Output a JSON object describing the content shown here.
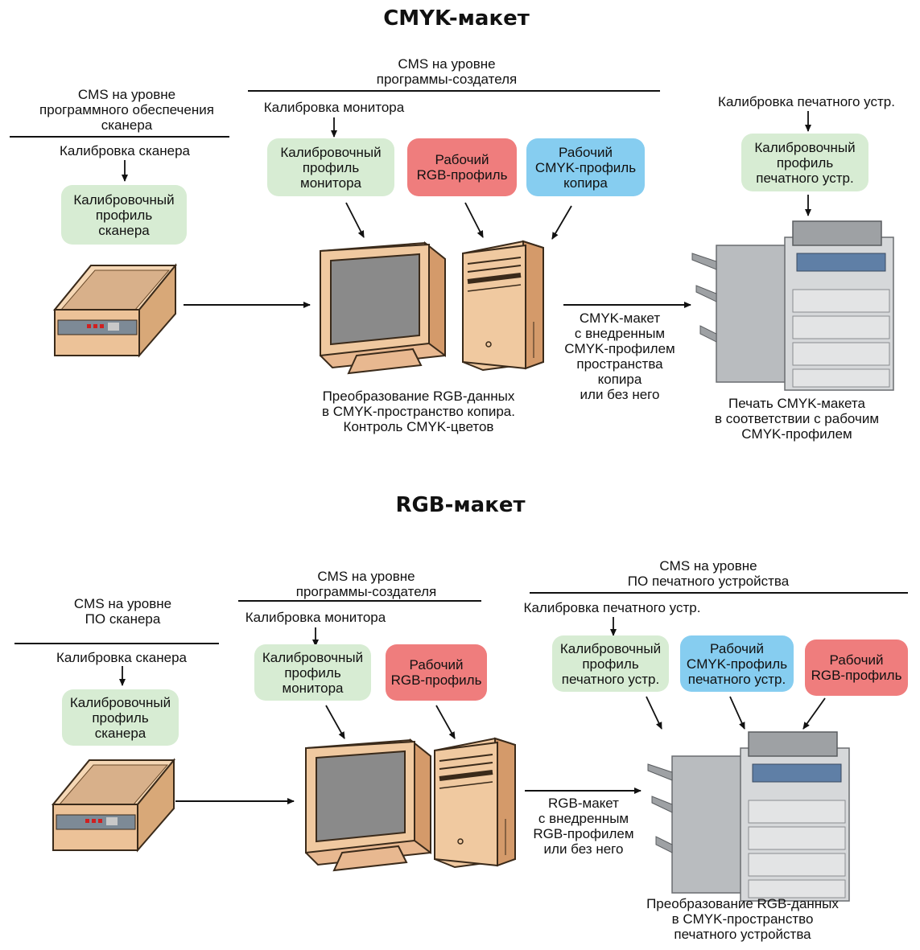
{
  "sections": {
    "cmyk": {
      "title": "CMYK-макет",
      "scanner_cms": "CMS на уровне\nпрограммного обеспечения\nсканера",
      "scanner_calibration": "Калибровка сканера",
      "scanner_profile": "Калибровочный\nпрофиль\nсканера",
      "app_cms": "CMS на уровне\nпрограммы-создателя",
      "monitor_calibration": "Калибровка монитора",
      "monitor_profile": "Калибровочный\nпрофиль\nмонитора",
      "working_rgb": "Рабочий\nRGB-профиль",
      "working_cmyk": "Рабочий\nCMYK-профиль\nкопира",
      "workstation_caption": "Преобразование RGB-данных\nв CMYK-пространство копира.\nКонтроль CMYK-цветов",
      "transfer_caption": "CMYK-макет\nс внедренным\nCMYK-профилем\nпространства\nкопира\nили без него",
      "printer_calibration": "Калибровка печатного устр.",
      "printer_profile": "Калибровочный\nпрофиль\nпечатного устр.",
      "printer_caption": "Печать CMYK-макета\nв соответствии с рабочим\nCMYK-профилем"
    },
    "rgb": {
      "title": "RGB-макет",
      "scanner_cms": "CMS на уровне\nПО сканера",
      "scanner_calibration": "Калибровка сканера",
      "scanner_profile": "Калибровочный\nпрофиль\nсканера",
      "app_cms": "CMS на уровне\nпрограммы-создателя",
      "monitor_calibration": "Калибровка монитора",
      "monitor_profile": "Калибровочный\nпрофиль\nмонитора",
      "working_rgb": "Рабочий\nRGB-профиль",
      "transfer_caption": "RGB-макет\nс внедренным\nRGB-профилем\nили без него",
      "printer_cms": "CMS на уровне\nПО печатного устройства",
      "printer_calibration": "Калибровка печатного устр.",
      "printer_profile": "Калибровочный\nпрофиль\nпечатного устр.",
      "printer_working_cmyk": "Рабочий\nCMYK-профиль\nпечатного устр.",
      "printer_working_rgb": "Рабочий\nRGB-профиль",
      "printer_caption": "Преобразование RGB-данных\nв CMYK-пространство\nпечатного устройства"
    }
  },
  "colors": {
    "profile_green": "#d7ecd3",
    "working_red": "#ef7d7d",
    "working_blue": "#86cdf0",
    "device_beige": "#f0c9a0",
    "device_outline": "#3a2a1a",
    "screen_gray": "#8a8a8a",
    "printer_gray": "#b9bcbf"
  }
}
